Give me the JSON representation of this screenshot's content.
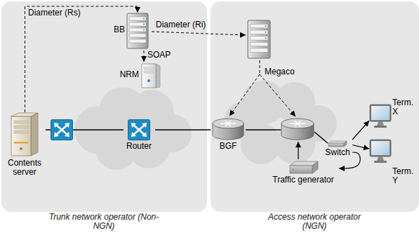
{
  "diagram": {
    "nodes": [
      {
        "text": [
          "Trunk network operator (Non-NGN)"
        ]
      },
      {
        "text": [
          "BB"
        ],
        "in": 0
      },
      {
        "text": [
          "NRM"
        ],
        "in": 0
      },
      {
        "text": [
          "Contents server"
        ],
        "in": 0
      },
      {
        "text": [
          "Router"
        ],
        "in": 0
      },
      {
        "text": [
          "Access network operator (NGN)"
        ]
      },
      {
        "text": [
          "BGF"
        ],
        "in": 5
      },
      {
        "text": [
          "Traffic generator"
        ],
        "in": 5
      },
      {
        "text": [
          "Switch"
        ],
        "in": 5
      },
      {
        "text": [
          "Term. X"
        ],
        "in": 5
      },
      {
        "text": [
          "Term. Y"
        ],
        "in": 5
      }
    ],
    "edges": [
      {
        "from": 3,
        "to": 1,
        "arrow": "to",
        "label": "Diameter (Rs)"
      },
      {
        "from": 1,
        "to": 2,
        "arrow": "to",
        "label": "SOAP"
      },
      {
        "from": 3,
        "to": 4,
        "arrow": "none"
      },
      {
        "from": 4,
        "to": 6,
        "arrow": "none"
      },
      {
        "from": 8,
        "to": 9,
        "arrow": "to"
      },
      {
        "from": 8,
        "to": 10,
        "arrow": "to"
      },
      {
        "from": 8,
        "to": 7,
        "arrow": "to"
      }
    ],
    "labels": [
      "Diameter (Ri)",
      "Megaco"
    ]
  }
}
